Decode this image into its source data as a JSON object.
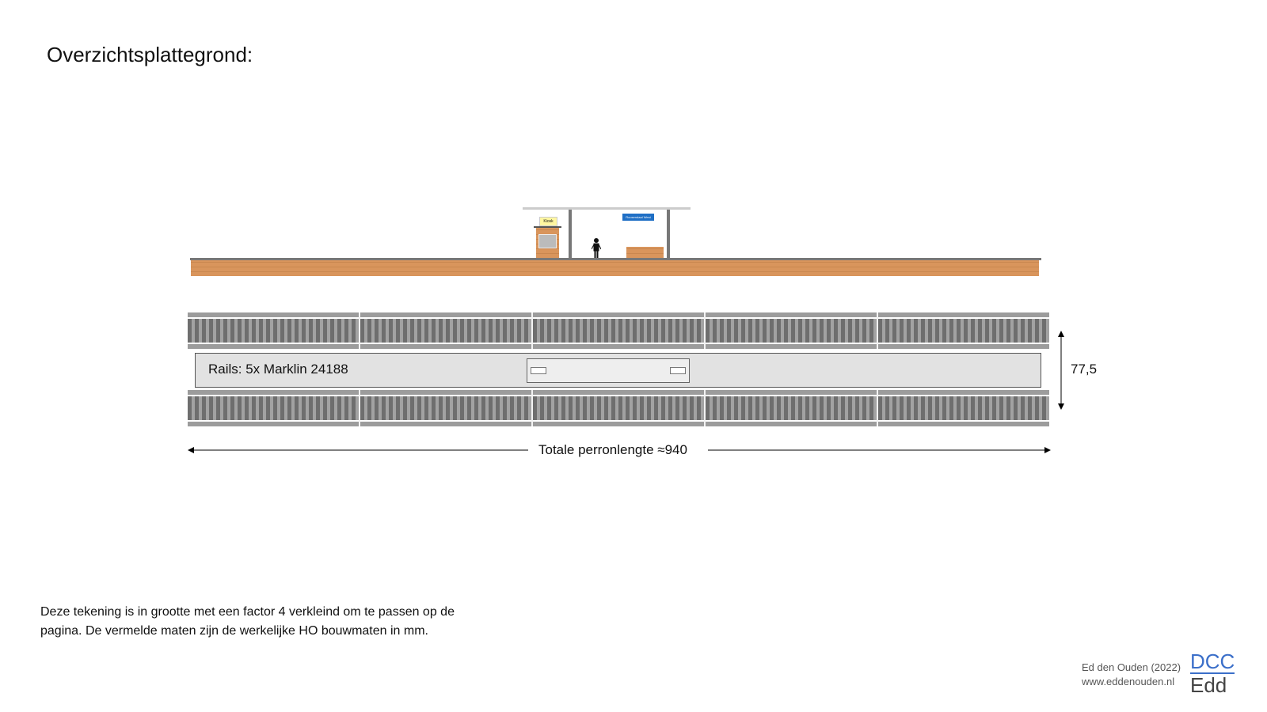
{
  "title": "Overzichtsplattegrond:",
  "kiosk_label": "Kiosk",
  "station_sign": "Roosendaal West",
  "rails_label": "Rails: 5x Marklin 24188",
  "width_dim": "77,5",
  "length_dim": "Totale perronlengte ≈940",
  "note_line1": "Deze tekening is in grootte met een factor 4 verkleind om te passen op de",
  "note_line2": "pagina. De vermelde maten zijn de werkelijke HO bouwmaten in mm.",
  "author": "Ed den Ouden (2022)",
  "website": "www.eddenouden.nl",
  "logo_top": "DCC",
  "logo_bottom": "Edd",
  "colors": {
    "brick": "#d9955c",
    "rail": "#9c9c9c",
    "logo": "#3b6fc9"
  }
}
